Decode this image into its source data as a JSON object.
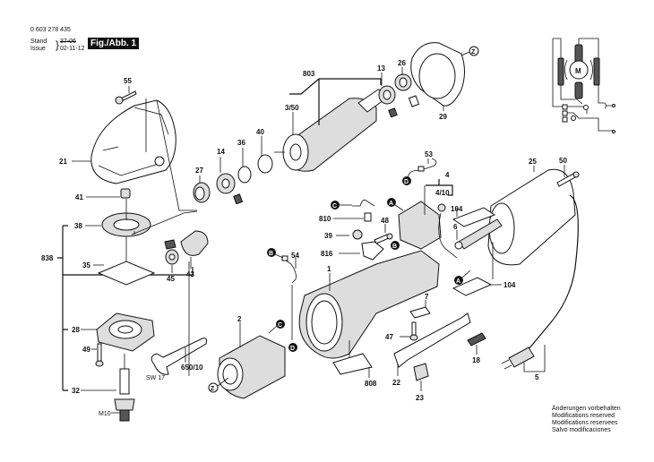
{
  "header": {
    "part_number": "0 603 278 435",
    "stand_label": "Stand",
    "issue_label": "Issue",
    "stand_value_struck": "37-06",
    "issue_value": "02-11-12",
    "figure_label": "Fig./Abb. 1"
  },
  "notice": {
    "lines": [
      "Änderungen vorbehalten",
      "Modifications reserved",
      "Modifications reservees",
      "Salvo modificaciones"
    ]
  },
  "schematic": {
    "motor_label": "M"
  },
  "parts": {
    "p55": "55",
    "p21": "21",
    "p41": "41",
    "p38": "38",
    "p838": "838",
    "p35": "35",
    "p28": "28",
    "p49": "49",
    "p32": "32",
    "m10": "M10",
    "sw17": "SW 17",
    "p650_10": "650/10",
    "p27": "27",
    "p14": "14",
    "p36": "36",
    "p40": "40",
    "p45": "45",
    "p43": "43",
    "p803": "803",
    "p3_50": "3/50",
    "p13": "13",
    "p26": "26",
    "p29": "29",
    "p53": "53",
    "p4": "4",
    "p4_10": "4/10",
    "p104a": "104",
    "p104b": "104",
    "p6": "6",
    "p810": "810",
    "p48": "48",
    "p39": "39",
    "p816": "816",
    "p54": "54",
    "p1": "1",
    "p2": "2",
    "p7": "7",
    "p47": "47",
    "p18": "18",
    "p22": "22",
    "p23": "23",
    "p808": "808",
    "p25": "25",
    "p50": "50",
    "p5": "5"
  },
  "connectors": {
    "A": "A",
    "B": "B",
    "C": "C",
    "D": "D",
    "Z": "Z"
  }
}
